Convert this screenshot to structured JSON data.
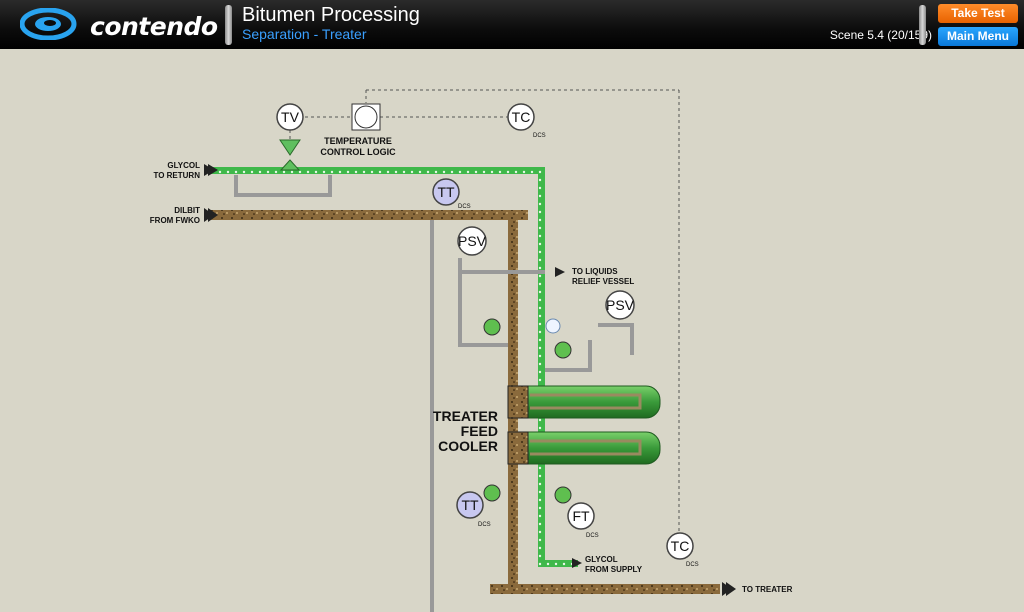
{
  "header": {
    "logo_text": "contendo",
    "title": "Bitumen Processing",
    "subtitle": "Separation - Treater",
    "scene": "Scene 5.4 (20/159)",
    "take_test_label": "Take Test",
    "main_menu_label": "Main Menu"
  },
  "colors": {
    "glycol_line": "#3fb84a",
    "dilbit_line": "#8a6a3c",
    "background": "#d8d6c8",
    "take_test": "#f47b10",
    "main_menu": "#1890f0",
    "subtitle": "#3aa0ff"
  },
  "diagram": {
    "labels": {
      "glycol_return_1": "GLYCOL",
      "glycol_return_2": "TO RETURN",
      "dilbit_1": "DILBIT",
      "dilbit_2": "FROM FWKO",
      "temp_logic_1": "TEMPERATURE",
      "temp_logic_2": "CONTROL LOGIC",
      "liquids_1": "TO LIQUIDS",
      "liquids_2": "RELIEF VESSEL",
      "treater_1": "TREATER",
      "treater_2": "FEED",
      "treater_3": "COOLER",
      "glycol_supply_1": "GLYCOL",
      "glycol_supply_2": "FROM SUPPLY",
      "to_treater": "TO TREATER"
    },
    "instruments": {
      "tv": "TV",
      "tc_top": "TC",
      "tt_top": "TT",
      "psv_1": "PSV",
      "psv_2": "PSV",
      "tt_bottom": "TT",
      "ft": "FT",
      "tc_bottom": "TC",
      "dcs": "DCS"
    }
  }
}
